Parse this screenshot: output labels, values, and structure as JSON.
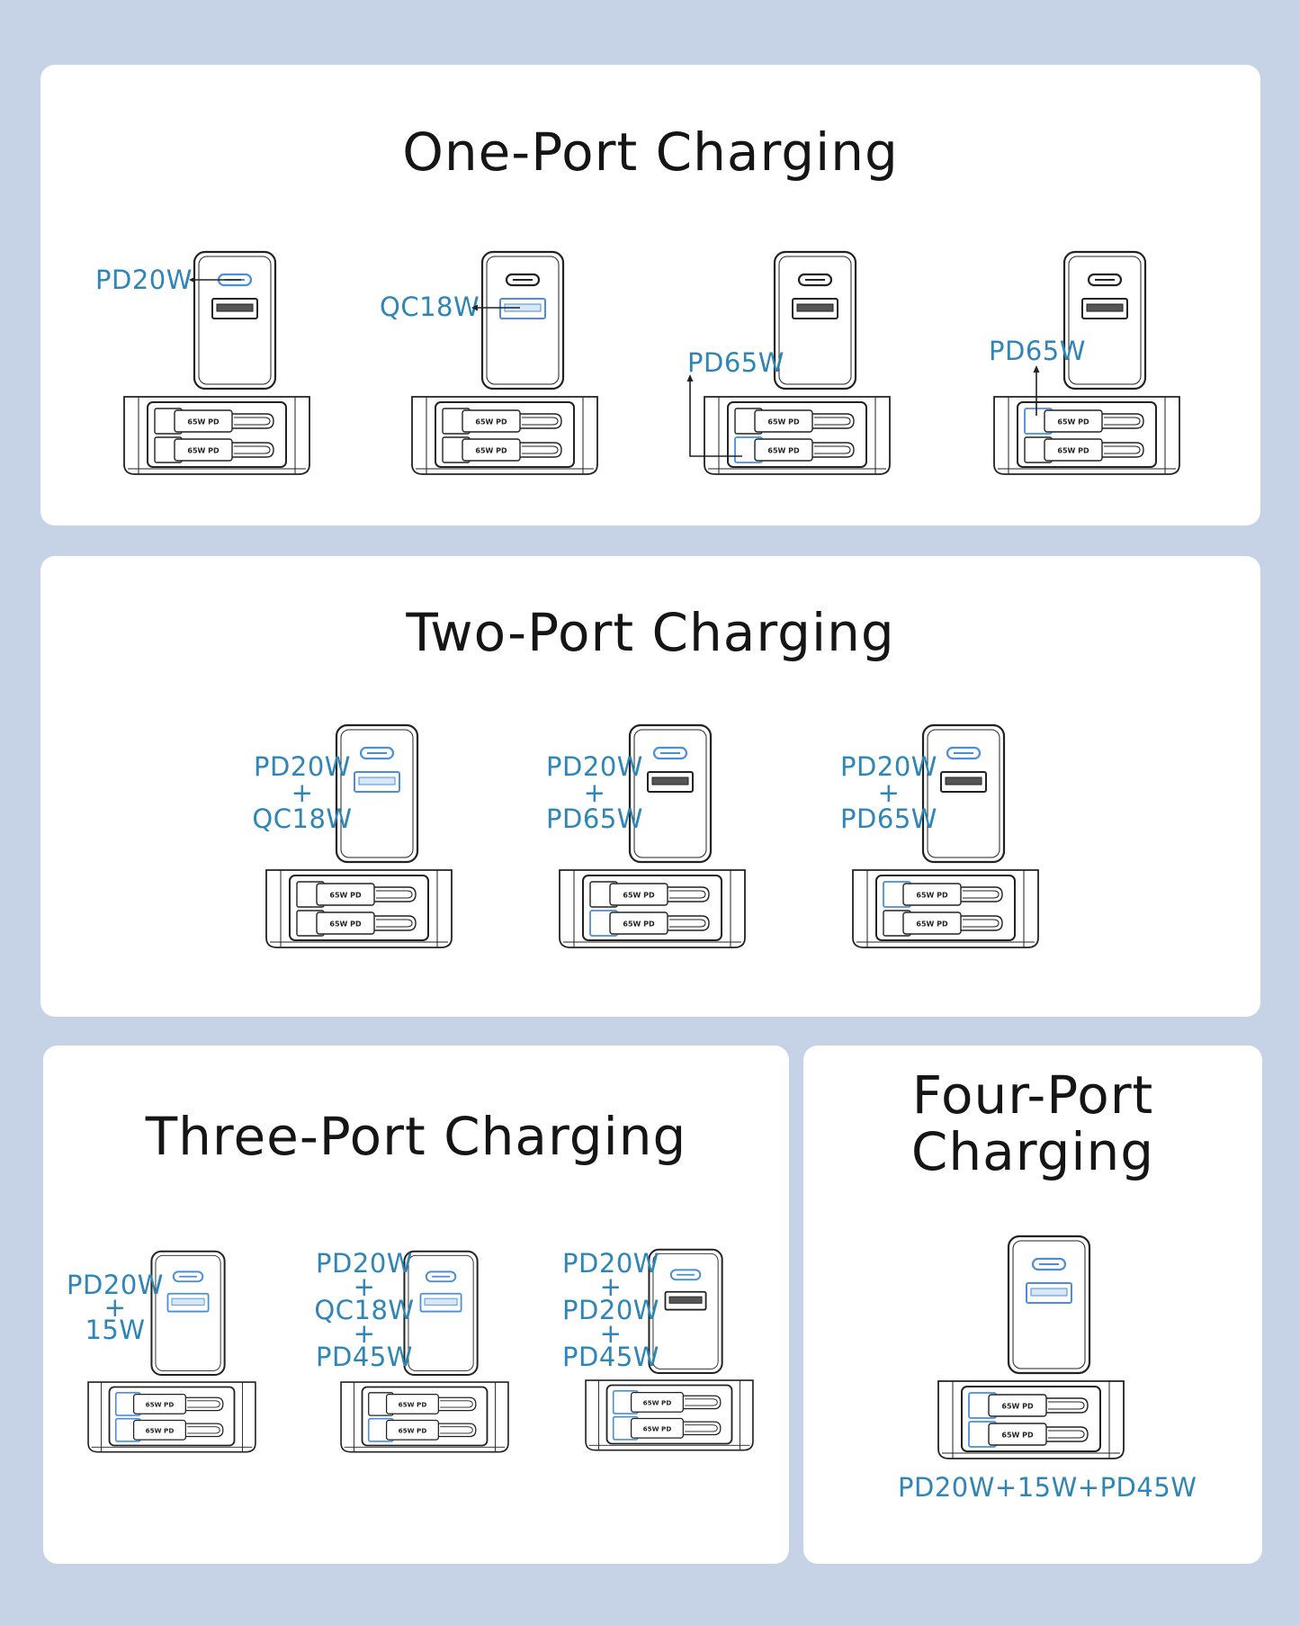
{
  "sections": {
    "one_port": {
      "title": "One-Port Charging",
      "items": [
        {
          "label": "PD20W",
          "active": [
            "usbc"
          ]
        },
        {
          "label": "QC18W",
          "active": [
            "usba"
          ]
        },
        {
          "label": "PD65W",
          "active": [
            "bottom"
          ]
        },
        {
          "label": "PD65W",
          "active": [
            "top"
          ]
        }
      ]
    },
    "two_port": {
      "title": "Two-Port Charging",
      "items": [
        {
          "lines": [
            "PD20W",
            "+",
            "QC18W"
          ],
          "active": [
            "usbc",
            "usba"
          ]
        },
        {
          "lines": [
            "PD20W",
            "+",
            "PD65W"
          ],
          "active": [
            "usbc",
            "bottom"
          ]
        },
        {
          "lines": [
            "PD20W",
            "+",
            "PD65W"
          ],
          "active": [
            "usbc",
            "top"
          ]
        }
      ]
    },
    "three_port": {
      "title": "Three-Port Charging",
      "items": [
        {
          "lines": [
            "PD20W",
            "+",
            "15W"
          ],
          "active": [
            "usbc",
            "usba",
            "top",
            "bottom"
          ]
        },
        {
          "lines": [
            "PD20W",
            "+",
            "QC18W",
            "+",
            "PD45W"
          ],
          "active": [
            "usbc",
            "usba",
            "bottom"
          ]
        },
        {
          "lines": [
            "PD20W",
            "+",
            "PD20W",
            "+",
            "PD45W"
          ],
          "active": [
            "usbc",
            "top",
            "bottom"
          ]
        }
      ]
    },
    "four_port": {
      "title_line1": "Four-Port",
      "title_line2": "Charging",
      "label": "PD20W+15W+PD45W",
      "active": [
        "usbc",
        "usba",
        "top",
        "bottom"
      ]
    }
  },
  "device": {
    "cable_label": "65W PD"
  },
  "colors": {
    "background": "#c6d3e6",
    "panel": "#ffffff",
    "accent": "#2f86b6",
    "outline": "#222222",
    "active_port": "#4a8fd8"
  }
}
